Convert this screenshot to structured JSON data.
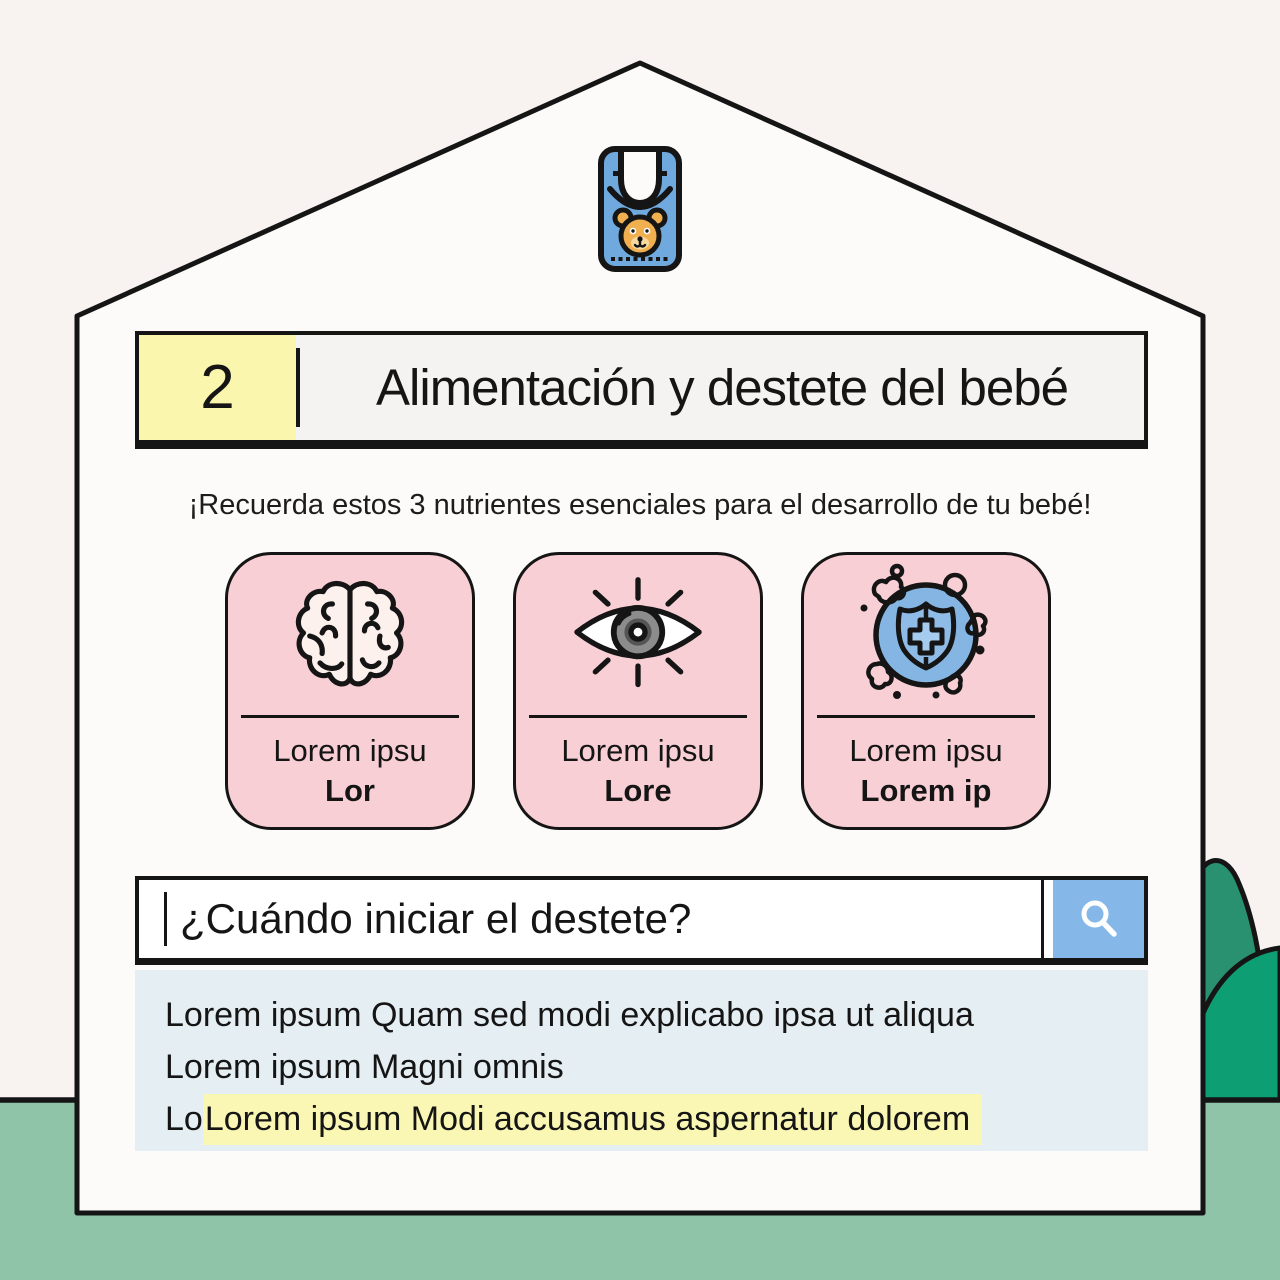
{
  "header": {
    "number": "2",
    "title": "Alimentación y destete del bebé"
  },
  "subtitle": "¡Recuerda estos 3 nutrientes esenciales para el desarrollo de tu bebé!",
  "cards": [
    {
      "icon": "brain-icon",
      "line1": "Lorem ipsu",
      "line2": "Lor"
    },
    {
      "icon": "eye-icon",
      "line1": "Lorem ipsu",
      "line2": "Lore"
    },
    {
      "icon": "shield-cross-icon",
      "line1": "Lorem ipsu",
      "line2": "Lorem ip"
    }
  ],
  "search": {
    "query": "¿Cuándo iniciar el destete?",
    "button_icon": "search-icon"
  },
  "results": {
    "lines": [
      {
        "text": "Lorem ipsum Quam sed modi explicabo ipsa ut aliqua"
      },
      {
        "text": "Lorem ipsum Magni omnis"
      },
      {
        "prefix": "Lo",
        "highlighted": "Lorem ipsum Modi accusamus aspernatur dolorem"
      }
    ]
  },
  "decor": {
    "top_icon": "baby-bib-icon"
  },
  "colors": {
    "page-bg": "#f8f2f0",
    "house-fill": "#fcfbfa",
    "ground-green": "#90c4a9",
    "bush-back-green": "#299070",
    "bush-front-green": "#0d9e73",
    "banner-bg": "#f4f3f1",
    "number-yellow": "#faf6ad",
    "card-pink": "#f9cfd6",
    "bib-blue": "#6fa9dd",
    "shield-blue": "#85b6e3",
    "search-blue": "#85b7e8",
    "results-bg": "#e4eef3",
    "highlight-yellow": "#faf7b4"
  }
}
